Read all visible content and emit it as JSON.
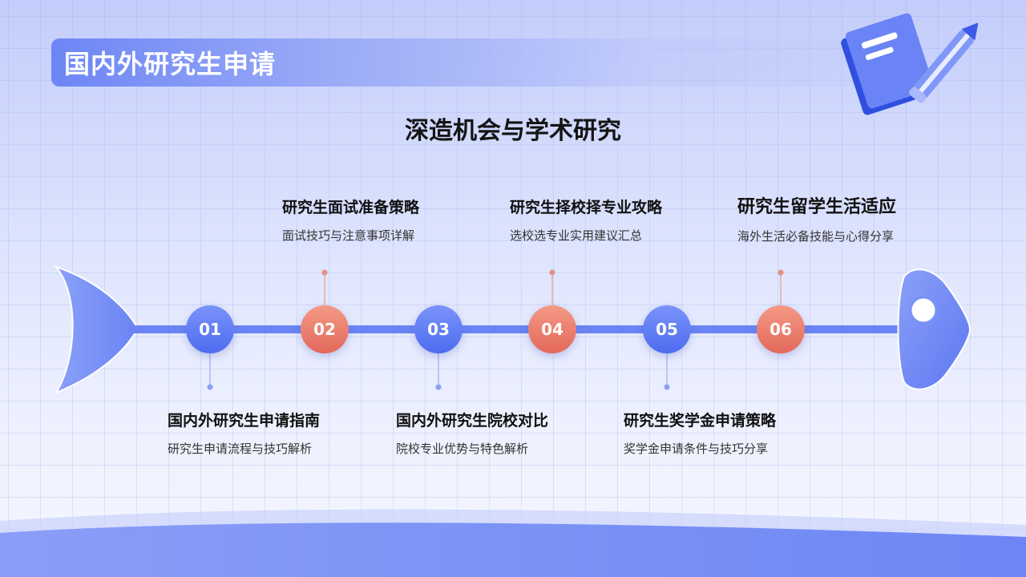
{
  "header": {
    "title": "国内外研究生申请",
    "subtitle": "深造机会与学术研究"
  },
  "nodes": [
    {
      "num": "01",
      "title": "国内外研究生申请指南",
      "desc": "研究生申请流程与技巧解析",
      "position": "below",
      "color": "#5a76f3"
    },
    {
      "num": "02",
      "title": "研究生面试准备策略",
      "desc": "面试技巧与注意事项详解",
      "position": "above",
      "color": "#e8735f"
    },
    {
      "num": "03",
      "title": "国内外研究生院校对比",
      "desc": "院校专业优势与特色解析",
      "position": "below",
      "color": "#5a76f3"
    },
    {
      "num": "04",
      "title": "研究生择校择专业攻略",
      "desc": "选校选专业实用建议汇总",
      "position": "above",
      "color": "#e8735f"
    },
    {
      "num": "05",
      "title": "研究生奖学金申请策略",
      "desc": "奖学金申请条件与技巧分享",
      "position": "below",
      "color": "#5a76f3"
    },
    {
      "num": "06",
      "title": "研究生留学生活适应",
      "desc": "海外生活必备技能与心得分享",
      "position": "above",
      "color": "#e8735f"
    }
  ],
  "colors": {
    "accent_blue": "#5a76f3",
    "accent_red": "#e8735f",
    "spine": "#6a84f4"
  },
  "icons": [
    "book-icon",
    "pencil-icon"
  ]
}
